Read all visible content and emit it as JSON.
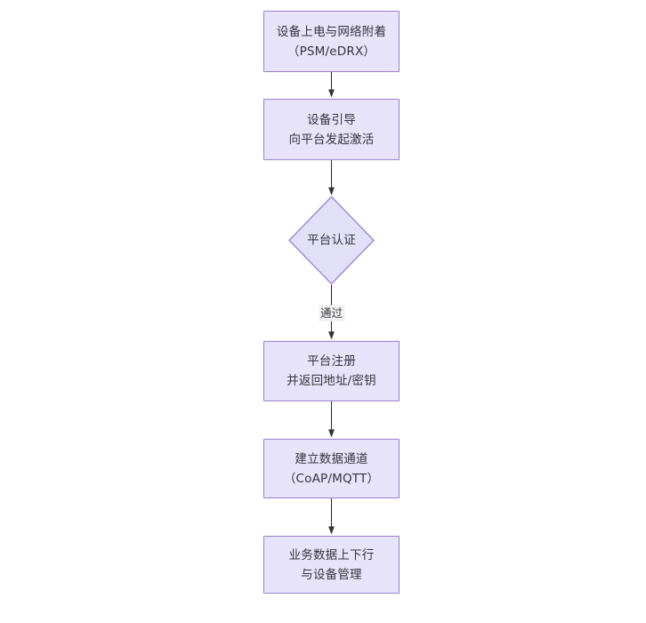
{
  "diagram": {
    "type": "flowchart",
    "orientation": "top-to-bottom",
    "background_color": "#ffffff",
    "node_fill_color": "#e7e3fa",
    "node_border_color": "#9a7fd1",
    "connector_color": "#3a3a3a",
    "text_color": "#35343a",
    "nodes": [
      {
        "id": "n1",
        "shape": "rect",
        "line1": "设备上电与网络附着",
        "line2": "（PSM/eDRX）",
        "text": "设备上电与网络附着\n（PSM/eDRX）"
      },
      {
        "id": "n2",
        "shape": "rect",
        "line1": "设备引导",
        "line2": "向平台发起激活",
        "text": "设备引导\n向平台发起激活"
      },
      {
        "id": "n3",
        "shape": "diamond",
        "line1": "平台认证",
        "line2": "",
        "text": "平台认证"
      },
      {
        "id": "n4",
        "shape": "rect",
        "line1": "平台注册",
        "line2": "并返回地址/密钥",
        "text": "平台注册\n并返回地址/密钥"
      },
      {
        "id": "n5",
        "shape": "rect",
        "line1": "建立数据通道",
        "line2": "（CoAP/MQTT）",
        "text": "建立数据通道\n（CoAP/MQTT）"
      },
      {
        "id": "n6",
        "shape": "rect",
        "line1": "业务数据上下行",
        "line2": "与设备管理",
        "text": "业务数据上下行\n与设备管理"
      }
    ],
    "edges": [
      {
        "id": "e1",
        "from": "n1",
        "to": "n2",
        "label": ""
      },
      {
        "id": "e2",
        "from": "n2",
        "to": "n3",
        "label": ""
      },
      {
        "id": "e3",
        "from": "n3",
        "to": "n4",
        "label": "通过"
      },
      {
        "id": "e4",
        "from": "n4",
        "to": "n5",
        "label": ""
      },
      {
        "id": "e5",
        "from": "n5",
        "to": "n6",
        "label": ""
      }
    ]
  }
}
